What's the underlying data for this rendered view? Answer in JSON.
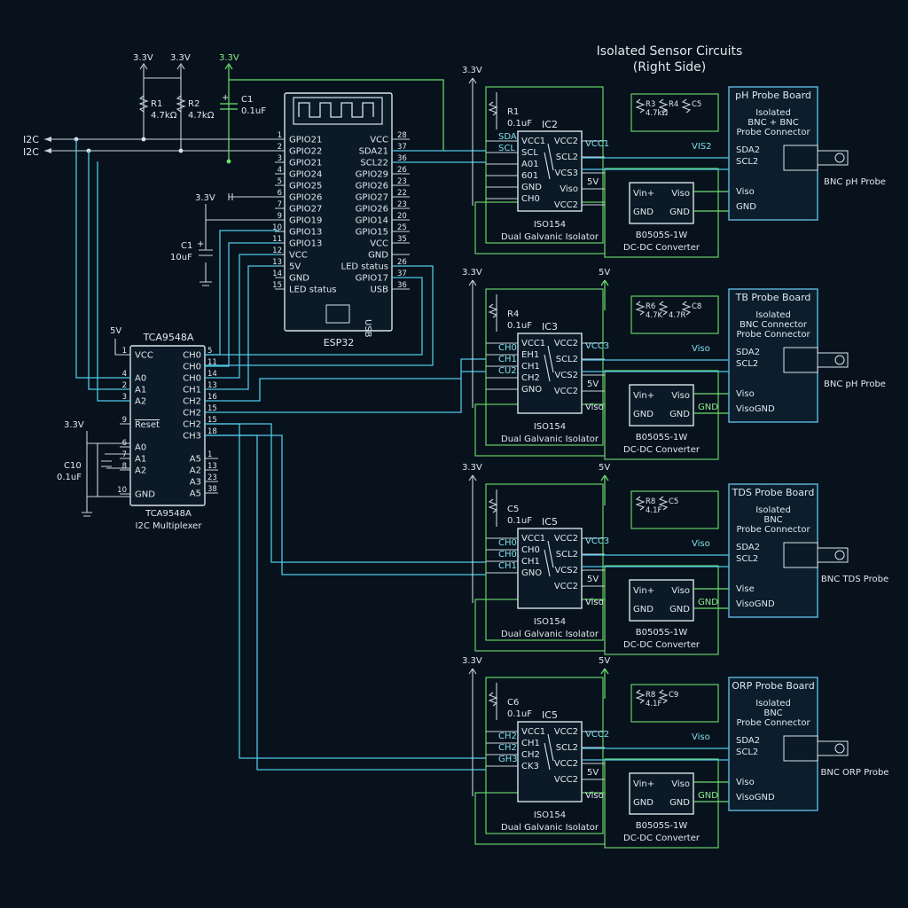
{
  "title": [
    "Isolated Sensor Circuits",
    "(Right Side)"
  ],
  "i2c_labels": [
    "I2C",
    "I2C"
  ],
  "power": {
    "v33": "3.3V",
    "v5": "5V"
  },
  "pullups": {
    "r1": {
      "ref": "R1",
      "val": "4.7kΩ"
    },
    "r2": {
      "ref": "R2",
      "val": "4.7kΩ"
    },
    "c1": {
      "ref": "C1",
      "val": "0.1uF"
    },
    "plus": "+"
  },
  "esp32": {
    "name": "ESP32",
    "usb": "USB",
    "left_pins": [
      {
        "num": "1",
        "name": "GPIO21"
      },
      {
        "num": "2",
        "name": "GPIO22"
      },
      {
        "num": "3",
        "name": "GPIO21"
      },
      {
        "num": "4",
        "name": "GPIO24"
      },
      {
        "num": "5",
        "name": "GPIO25"
      },
      {
        "num": "6",
        "name": "GPIO26"
      },
      {
        "num": "7",
        "name": "GPIO27"
      },
      {
        "num": "9",
        "name": "GPIO19"
      },
      {
        "num": "10",
        "name": "GPIO13"
      },
      {
        "num": "11",
        "name": "GPIO13"
      },
      {
        "num": "12",
        "name": "VCC"
      },
      {
        "num": "13",
        "name": "5V"
      },
      {
        "num": "14",
        "name": "GND"
      },
      {
        "num": "15",
        "name": "LED status"
      }
    ],
    "right_pins": [
      {
        "num": "28",
        "name": "VCC"
      },
      {
        "num": "37",
        "name": "SDA21"
      },
      {
        "num": "36",
        "name": "SCL22"
      },
      {
        "num": "26",
        "name": "GPIO29"
      },
      {
        "num": "23",
        "name": "GPIO26"
      },
      {
        "num": "22",
        "name": "GPIO27"
      },
      {
        "num": "23",
        "name": "GPIO26"
      },
      {
        "num": "20",
        "name": "GPIO14"
      },
      {
        "num": "25",
        "name": "GPIO15"
      },
      {
        "num": "35",
        "name": "VCC"
      },
      {
        "num": "",
        "name": "GND"
      },
      {
        "num": "26",
        "name": "LED status"
      },
      {
        "num": "37",
        "name": "GPIO17"
      },
      {
        "num": "36",
        "name": "USB"
      }
    ],
    "vdd_label": "3.3V",
    "decap": {
      "ref": "C1",
      "val": "10uF",
      "plus": "+"
    }
  },
  "mux": {
    "name": "TCA9548A",
    "caption": [
      "TCA9548A",
      "I2C Multiplexer"
    ],
    "vcc_label": "5V",
    "left_top": [
      {
        "num": "1",
        "name": "VCC"
      },
      {
        "num": "4",
        "name": "A0"
      },
      {
        "num": "2",
        "name": "A1"
      },
      {
        "num": "3",
        "name": "A2"
      }
    ],
    "right_top": [
      {
        "num": "5",
        "name": "CH0"
      },
      {
        "num": "11",
        "name": "CH0"
      },
      {
        "num": "14",
        "name": "CH0"
      },
      {
        "num": "13",
        "name": "CH1"
      },
      {
        "num": "16",
        "name": "CH2"
      },
      {
        "num": "15",
        "name": "CH2"
      },
      {
        "num": "15",
        "name": "CH2"
      },
      {
        "num": "18",
        "name": "CH3"
      }
    ],
    "reset": {
      "num": "9",
      "name": "Reset"
    },
    "left_bottom": [
      {
        "num": "6",
        "name": "A0"
      },
      {
        "num": "7",
        "name": "A1"
      },
      {
        "num": "8",
        "name": "A2"
      },
      {
        "num": "10",
        "name": "GND"
      }
    ],
    "right_bottom": [
      {
        "num": "1",
        "name": "A5"
      },
      {
        "num": "13",
        "name": "A2"
      },
      {
        "num": "23",
        "name": "A3"
      },
      {
        "num": "38",
        "name": "A5"
      }
    ],
    "reset_label": "3.3V",
    "cap": {
      "ref": "C10",
      "val": "0.1uF"
    }
  },
  "channels": [
    {
      "vlabel": "3.3V",
      "v5": "",
      "r": {
        "ref": "R1",
        "val": "0.1uF"
      },
      "ic": "IC2",
      "iso_left": [
        "VCC1",
        "SCL",
        "A01",
        "601",
        "GND",
        "CH0"
      ],
      "iso_right": [
        "VCC2",
        "SCL2",
        "VCS3",
        "Viso",
        "VCC2"
      ],
      "iso_caption": [
        "ISO154",
        "Dual Galvanic Isolator"
      ],
      "left_tags": [
        "SDA",
        "SCL"
      ],
      "vcc_tag": "VCC1",
      "5v_tag": "5V",
      "dc": {
        "in": "Vin+",
        "out": "Viso",
        "g1": "GND",
        "g2": "GND",
        "caption": [
          "B0505S-1W",
          "DC-DC Converter"
        ]
      },
      "filter": [
        {
          "ref": "R3",
          "val": "4.7kΩ"
        },
        {
          "ref": "R4",
          "val": ""
        },
        {
          "ref": "C5",
          "val": ""
        }
      ],
      "viso_tag": "VIS2",
      "board": {
        "title": "pH Probe Board",
        "sub": [
          "Isolated",
          "BNC + BNC",
          "Probe Connector"
        ],
        "pins": [
          "SDA2",
          "SCL2",
          "Viso",
          "GND"
        ],
        "caption": "BNC pH Probe"
      }
    },
    {
      "vlabel": "3.3V",
      "v5": "5V",
      "r": {
        "ref": "R4",
        "val": "0.1uF"
      },
      "ic": "IC3",
      "iso_left": [
        "VCC1",
        "EH1",
        "CH1",
        "CH2",
        "GNO"
      ],
      "iso_right": [
        "VCC2",
        "SCL2",
        "VCS2",
        "VCC2"
      ],
      "iso_caption": [
        "ISO154",
        "Dual Galvanic Isolator"
      ],
      "left_tags": [
        "CH0",
        "CH1",
        "CU2"
      ],
      "vcc_tag": "VCC3",
      "5v_tag": "5V",
      "viso_in": "Viso",
      "dc": {
        "in": "Vin+",
        "out": "Viso",
        "g1": "GND",
        "g2": "GND",
        "caption": [
          "B0505S-1W",
          "DC-DC Converter"
        ]
      },
      "filter": [
        {
          "ref": "R6",
          "val": "4.7K"
        },
        {
          "ref": "",
          "val": "4.7R"
        },
        {
          "ref": "C8",
          "val": ""
        }
      ],
      "viso_tag": "Viso",
      "gnd_tag": "GND",
      "board": {
        "title": "TB Probe Board",
        "sub": [
          "Isolated",
          "BNC Connector",
          "Probe Connector"
        ],
        "pins": [
          "SDA2",
          "SCL2",
          "Viso",
          "VisoGND"
        ],
        "caption": "BNC pH Probe"
      }
    },
    {
      "vlabel": "3.3V",
      "v5": "5V",
      "r": {
        "ref": "C5",
        "val": "0.1uF"
      },
      "ic": "IC5",
      "iso_left": [
        "VCC1",
        "CH0",
        "CH1",
        "GNO"
      ],
      "iso_right": [
        "VCC2",
        "SCL2",
        "VCS2",
        "VCC2"
      ],
      "iso_caption": [
        "ISO154",
        "Dual Galvanic Isolator"
      ],
      "left_tags": [
        "CH0",
        "CH0",
        "CH1"
      ],
      "vcc_tag": "VCC3",
      "5v_tag": "5V",
      "viso_in": "Viso",
      "dc": {
        "in": "Vin+",
        "out": "Viso",
        "g1": "GND",
        "g2": "GND",
        "caption": [
          "B0505S-1W",
          "DC-DC Converter"
        ]
      },
      "filter": [
        {
          "ref": "R8",
          "val": "4.1F"
        },
        {
          "ref": "C5",
          "val": ""
        }
      ],
      "viso_tag": "Viso",
      "gnd_tag": "GND",
      "board": {
        "title": "TDS Probe Board",
        "sub": [
          "Isolated",
          "BNC",
          "Probe Connector"
        ],
        "pins": [
          "SDA2",
          "SCL2",
          "Vise",
          "VisoGND"
        ],
        "caption": "BNC TDS Probe"
      }
    },
    {
      "vlabel": "3.3V",
      "v5": "5V",
      "r": {
        "ref": "C6",
        "val": "0.1uF"
      },
      "ic": "IC5",
      "iso_left": [
        "VCC1",
        "CH1",
        "CH2",
        "CK3"
      ],
      "iso_right": [
        "VCC2",
        "SCL2",
        "VCC2",
        "VCC2"
      ],
      "iso_caption": [
        "ISO154",
        "Dual Galvanic Isolator"
      ],
      "left_tags": [
        "CH2",
        "CH2",
        "GH3"
      ],
      "vcc_tag": "VCC2",
      "5v_tag": "5V",
      "viso_in": "Viso",
      "dc": {
        "in": "Vin+",
        "out": "Viso",
        "g1": "GND",
        "g2": "GND",
        "caption": [
          "B0505S-1W",
          "DC-DC Converter"
        ]
      },
      "filter": [
        {
          "ref": "R8",
          "val": "4.1F"
        },
        {
          "ref": "C9",
          "val": ""
        }
      ],
      "viso_tag": "Viso",
      "gnd_tag": "GND",
      "board": {
        "title": "ORP Probe Board",
        "sub": [
          "Isolated",
          "BNC",
          "Probe Connector"
        ],
        "pins": [
          "SDA2",
          "SCL2",
          "Viso",
          "VisoGND"
        ],
        "caption": "BNC ORP Probe"
      }
    }
  ]
}
